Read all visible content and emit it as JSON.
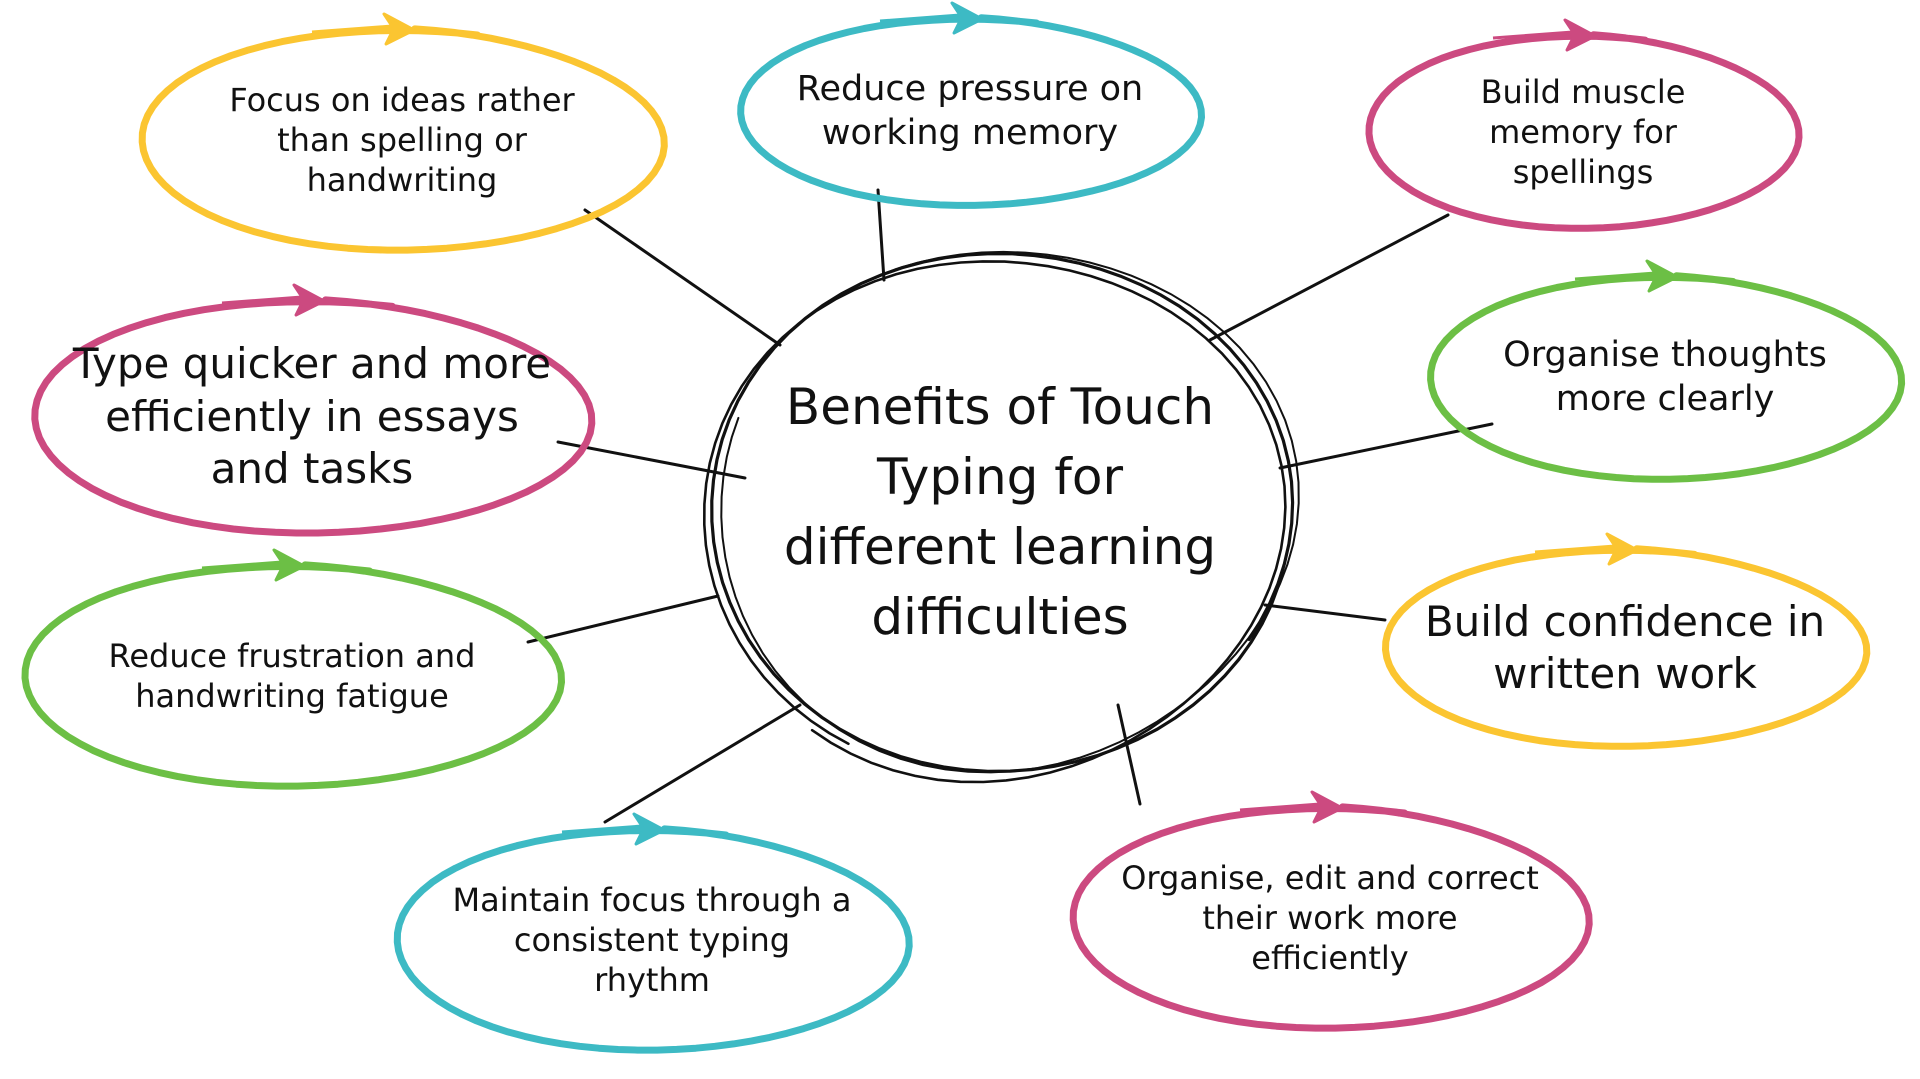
{
  "colors": {
    "yellow": "#fbc531",
    "teal": "#3dbac4",
    "pink": "#cc4a80",
    "green": "#6cbf45",
    "line": "#111111"
  },
  "center": {
    "lines": [
      "Benefits of Touch",
      "Typing for",
      "different learning",
      "difficulties"
    ]
  },
  "nodes": [
    {
      "id": "focus-ideas",
      "color": "yellow",
      "lines": [
        "Focus on ideas rather",
        "than spelling or",
        "handwriting"
      ]
    },
    {
      "id": "reduce-pressure",
      "color": "teal",
      "lines": [
        "Reduce pressure on",
        "working memory"
      ]
    },
    {
      "id": "muscle-memory",
      "color": "pink",
      "lines": [
        "Build muscle",
        "memory for",
        "spellings"
      ]
    },
    {
      "id": "type-quicker",
      "color": "pink",
      "lines": [
        "Type quicker and more",
        "efficiently in essays",
        "and tasks"
      ]
    },
    {
      "id": "organise-thoughts",
      "color": "green",
      "lines": [
        "Organise thoughts",
        "more clearly"
      ]
    },
    {
      "id": "reduce-frustration",
      "color": "green",
      "lines": [
        "Reduce frustration and",
        "handwriting fatigue"
      ]
    },
    {
      "id": "build-confidence",
      "color": "yellow",
      "lines": [
        "Build confidence in",
        "written work"
      ]
    },
    {
      "id": "maintain-focus",
      "color": "teal",
      "lines": [
        "Maintain focus through a",
        "consistent typing",
        "rhythm"
      ]
    },
    {
      "id": "organise-edit",
      "color": "pink",
      "lines": [
        "Organise, edit and correct",
        "their work more",
        "efficiently"
      ]
    }
  ]
}
